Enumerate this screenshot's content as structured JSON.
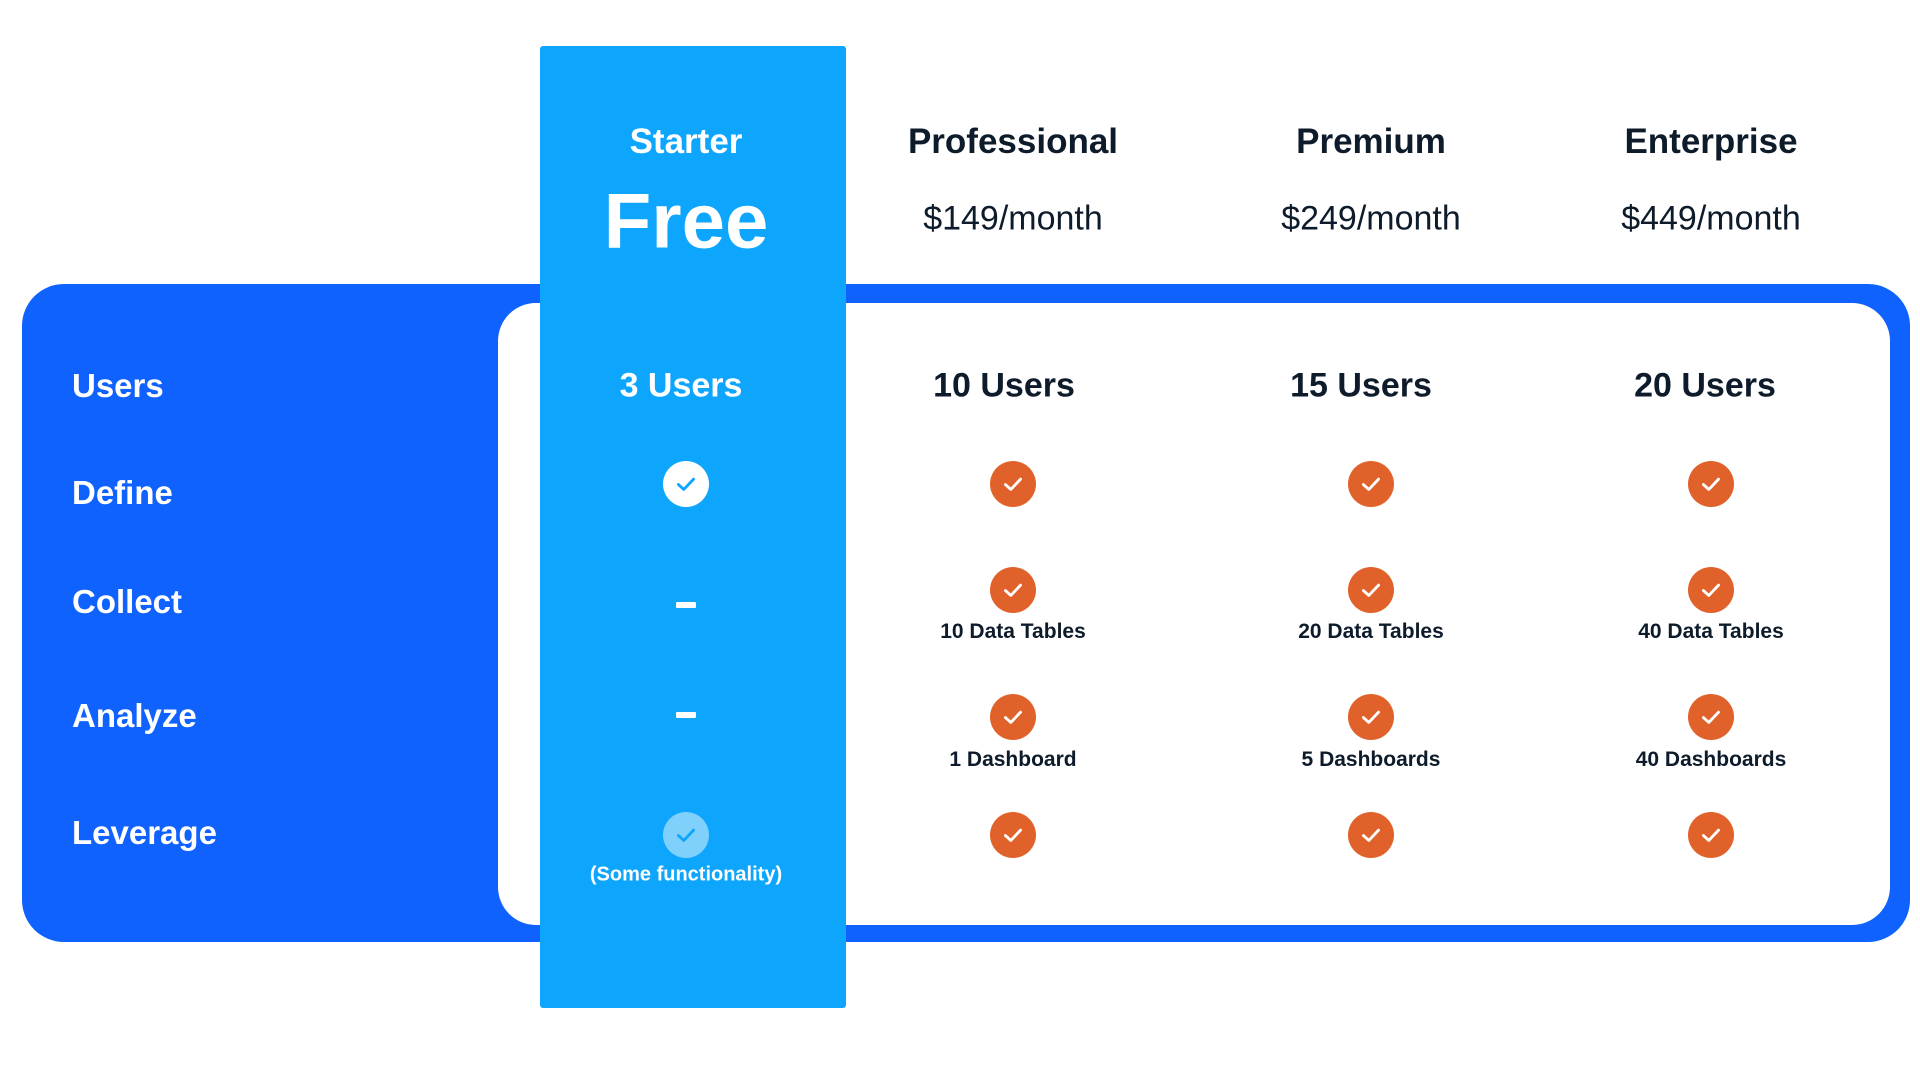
{
  "row_labels": [
    "Users",
    "Define",
    "Collect",
    "Analyze",
    "Leverage"
  ],
  "plans": {
    "starter": {
      "name": "Starter",
      "price": "Free",
      "users": "3 Users",
      "collect": "-",
      "analyze": "-",
      "leverage_note": "(Some functionality)"
    },
    "professional": {
      "name": "Professional",
      "price": "$149/month",
      "users": "10 Users",
      "collect": "10 Data Tables",
      "analyze": "1 Dashboard"
    },
    "premium": {
      "name": "Premium",
      "price": "$249/month",
      "users": "15 Users",
      "collect": "20 Data Tables",
      "analyze": "5 Dashboards"
    },
    "enterprise": {
      "name": "Enterprise",
      "price": "$449/month",
      "users": "20 Users",
      "collect": "40 Data Tables",
      "analyze": "40 Dashboards"
    }
  },
  "icons": {
    "included": "check-circle-icon"
  },
  "colors": {
    "panel_blue": "#0f62fe",
    "starter_blue": "#0ea5fd",
    "check_orange": "#e0622a",
    "text_dark": "#0d1b2a"
  }
}
